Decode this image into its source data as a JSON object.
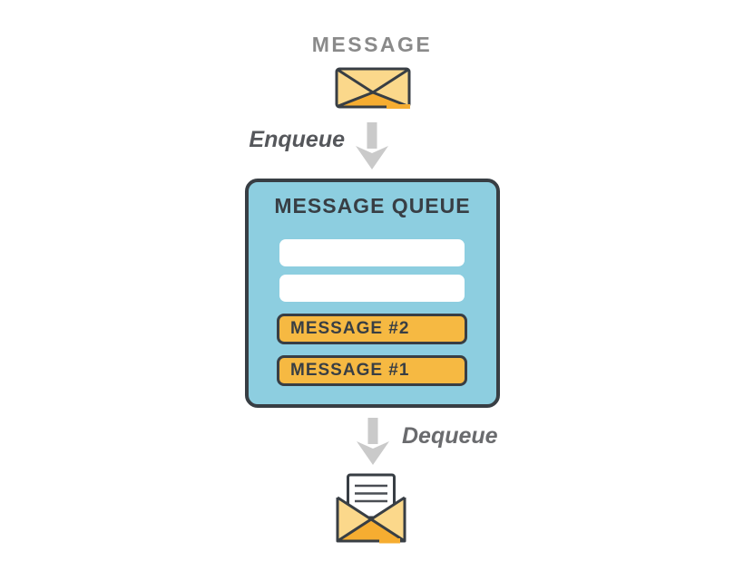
{
  "diagram": {
    "title": "MESSAGE",
    "enqueue_label": "Enqueue",
    "dequeue_label": "Dequeue",
    "queue": {
      "title": "MESSAGE QUEUE",
      "empty_slot_count": 2,
      "messages": [
        "MESSAGE #2",
        "MESSAGE #1"
      ]
    },
    "icons": {
      "top": "closed-envelope-icon",
      "flow": "down-arrow-icon",
      "bottom": "open-envelope-with-letter-icon"
    },
    "colors": {
      "queue_bg": "#8DCEE0",
      "slot_orange": "#F6B942",
      "envelope_yellow": "#FBD88B",
      "envelope_orange": "#F6AD31",
      "outline": "#383E44",
      "arrow_gray": "#CACACA",
      "title_gray": "#8A8A8A",
      "enqueue_gray": "#55575B",
      "dequeue_gray": "#6A6B6E"
    }
  }
}
